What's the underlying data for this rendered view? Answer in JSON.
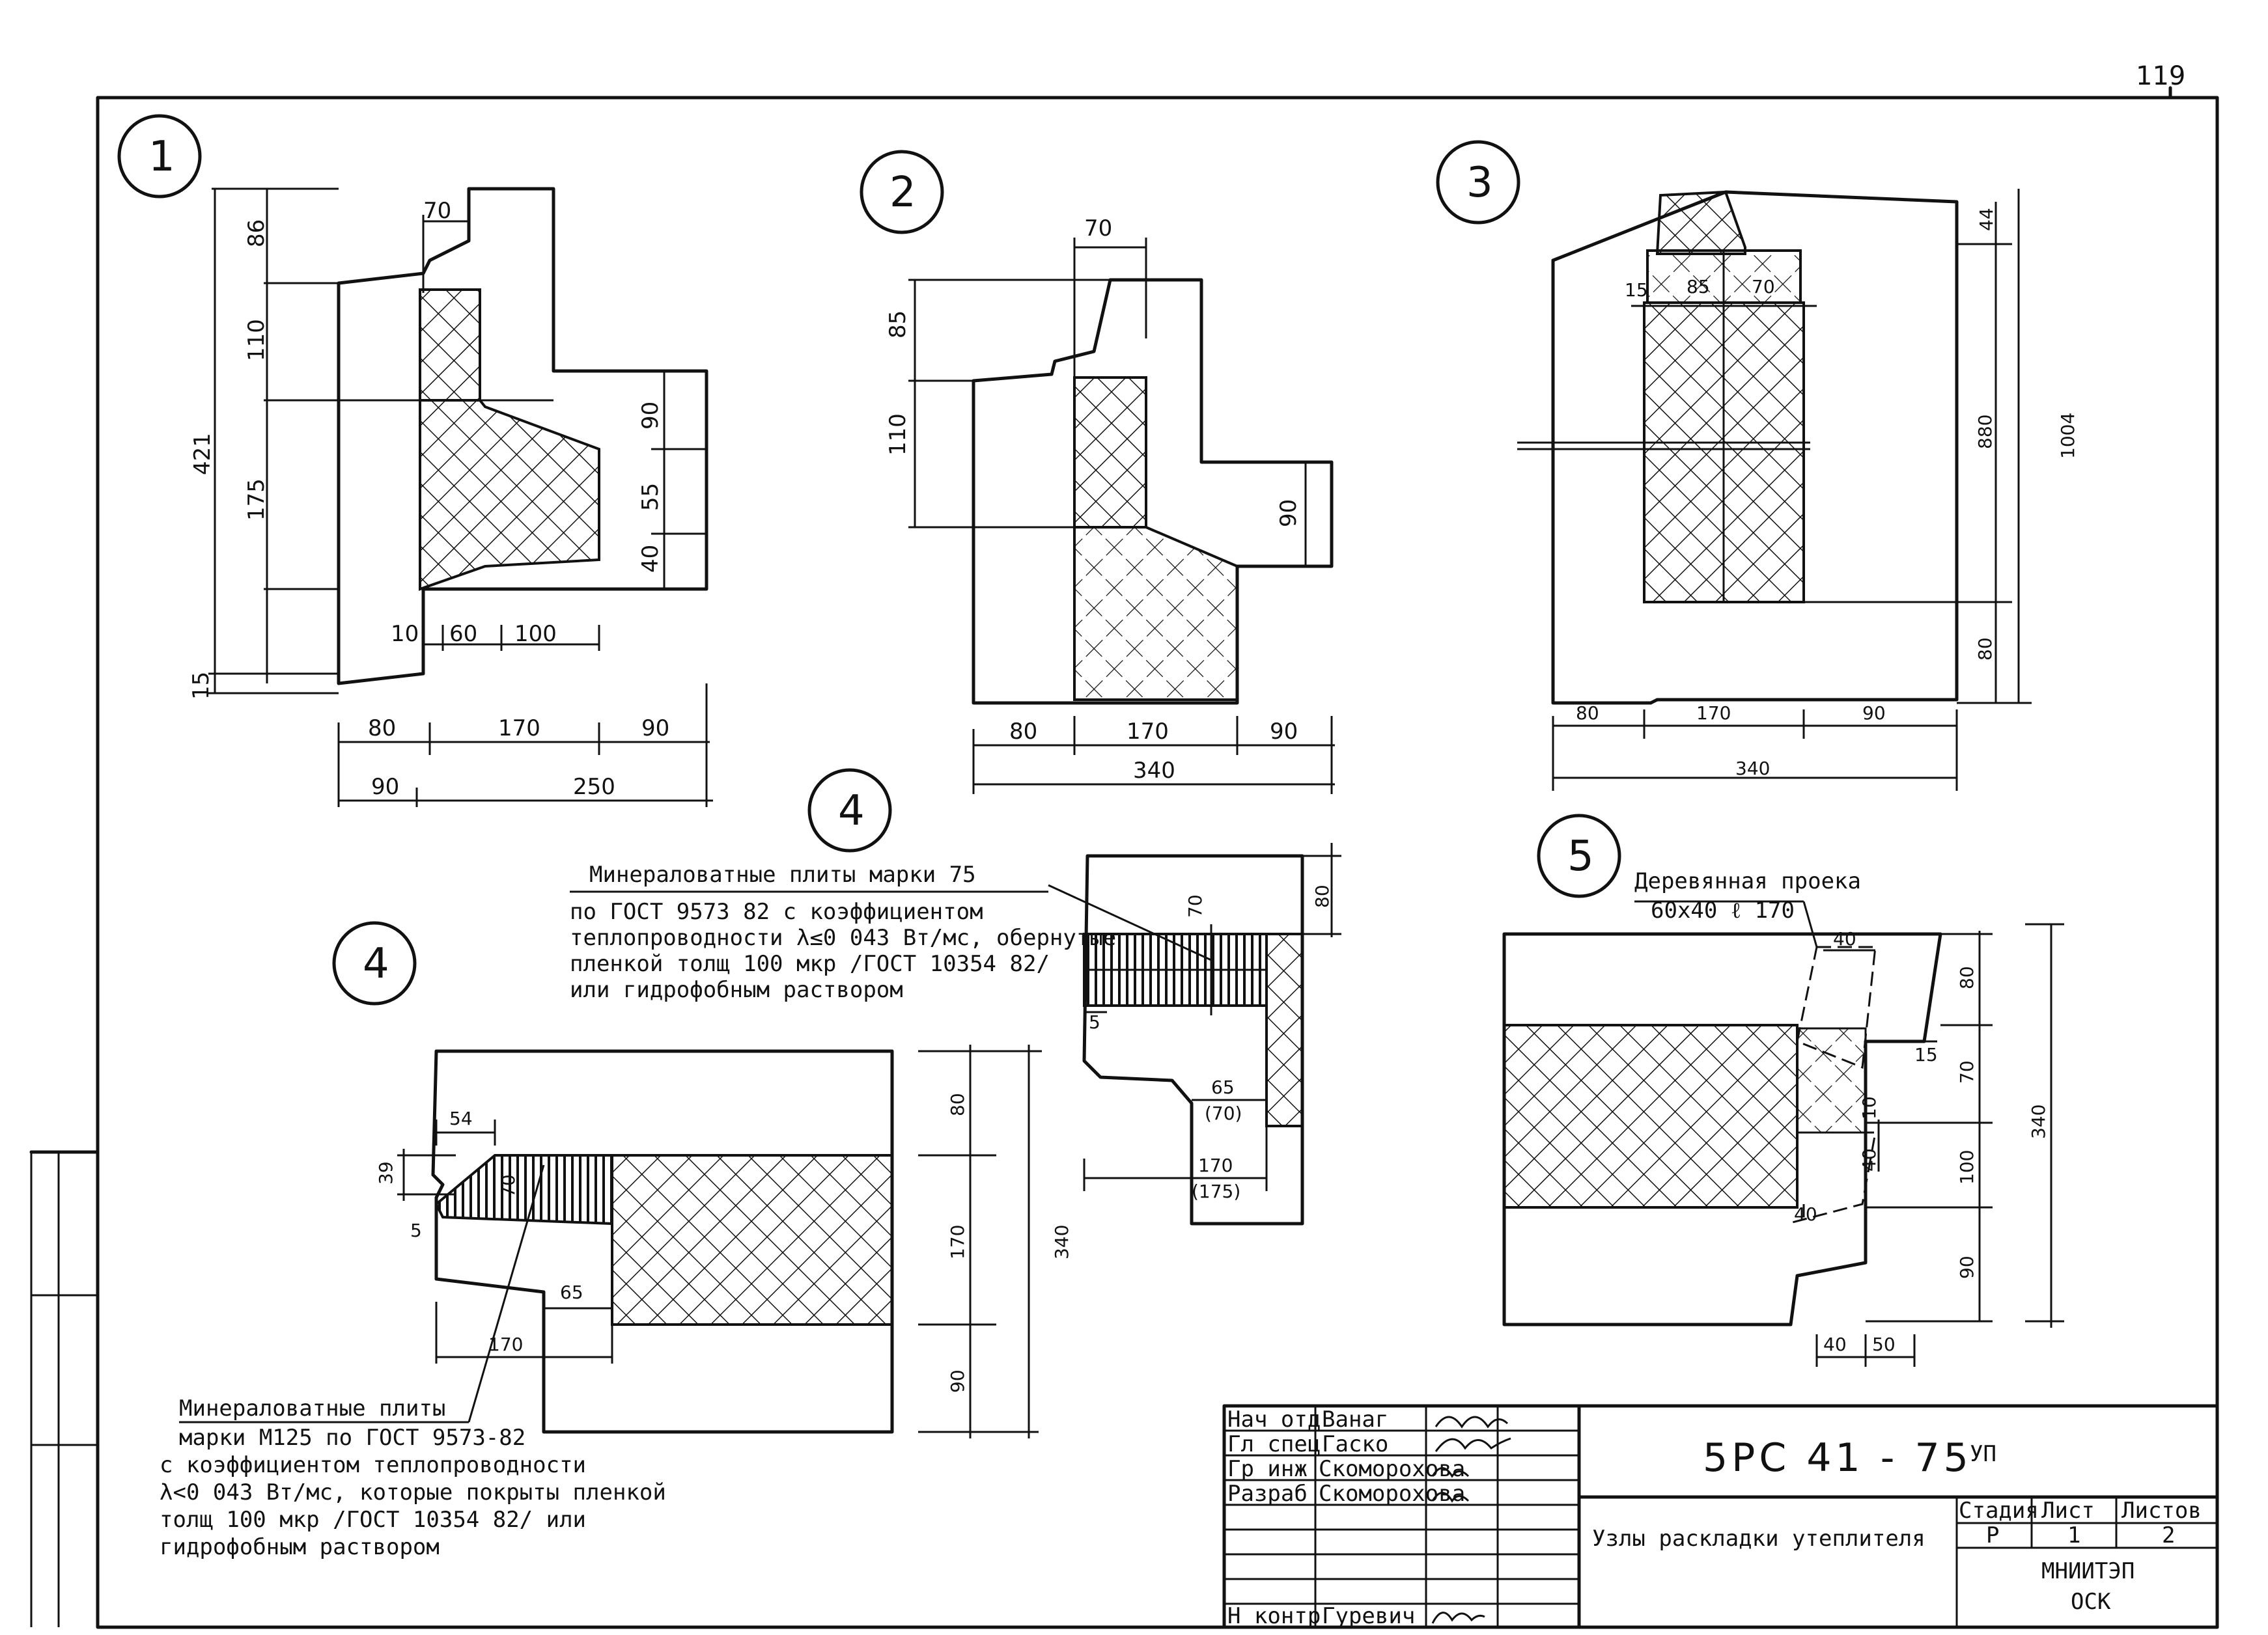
{
  "page_number": "119",
  "nodes": [
    {
      "num": "1",
      "dims": [
        "70",
        "86",
        "110",
        "421",
        "175",
        "90",
        "55",
        "40",
        "10",
        "60",
        "100",
        "15",
        "80",
        "170",
        "90",
        "90",
        "250"
      ]
    },
    {
      "num": "2",
      "dims": [
        "70",
        "85",
        "110",
        "90",
        "80",
        "170",
        "90",
        "340"
      ]
    },
    {
      "num": "3",
      "dims": [
        "44",
        "15",
        "85",
        "70",
        "880",
        "1004",
        "80",
        "80",
        "170",
        "90",
        "340"
      ]
    },
    {
      "num": "4",
      "dims": [
        "54",
        "39",
        "70",
        "5",
        "65",
        "170",
        "80",
        "170",
        "90",
        "340"
      ]
    },
    {
      "num": "4",
      "dims": [
        "70",
        "80",
        "5",
        "65",
        "(70)",
        "170",
        "(175)"
      ]
    },
    {
      "num": "5",
      "dims": [
        "40",
        "80",
        "15",
        "70",
        "10",
        "40",
        "100",
        "90",
        "340",
        "40",
        "40",
        "50"
      ]
    }
  ],
  "notes": {
    "mineral_75_line1": "Минераловатные плиты марки 75",
    "mineral_75_line2": "по ГОСТ 9573 82 с коэффициентом",
    "mineral_75_line3": "теплопроводности λ≤0 043 Вт/мс, обернутые",
    "mineral_75_line4": "пленкой толщ 100 мкр /ГОСТ 10354 82/",
    "mineral_75_line5": "или гидрофобным раствором",
    "mineral_125_line1": "Минераловатные плиты",
    "mineral_125_line2": "марки М125 по ГОСТ 9573-82",
    "mineral_125_line3": "с коэффициентом теплопроводности",
    "mineral_125_line4": "λ<0 043 Вт/мс, которые покрыты пленкой",
    "mineral_125_line5": "толщ 100 мкр /ГОСТ 10354 82/ или",
    "mineral_125_line6": "гидрофобным раствором",
    "wood_line1": "Деревянная проека",
    "wood_line2": "60х40 ℓ 170"
  },
  "stamp": {
    "rows": [
      {
        "role": "Нач отд",
        "name": "Ванаг"
      },
      {
        "role": "Гл спец",
        "name": "Гаско"
      },
      {
        "role": "Гр инж",
        "name": "Скоморохова"
      },
      {
        "role": "Разраб",
        "name": "Скоморохова"
      },
      {
        "role": "Н контр",
        "name": "Гуревич"
      }
    ],
    "code": "5РС 41 - 75",
    "code_suffix": "УП",
    "title": "Узлы раскладки утеплителя",
    "stage_label": "Стадия",
    "sheet_label": "Лист",
    "sheets_label": "Листов",
    "stage": "Р",
    "sheet": "1",
    "sheets": "2",
    "org_line1": "МНИИТЭП",
    "org_line2": "ОСК"
  }
}
